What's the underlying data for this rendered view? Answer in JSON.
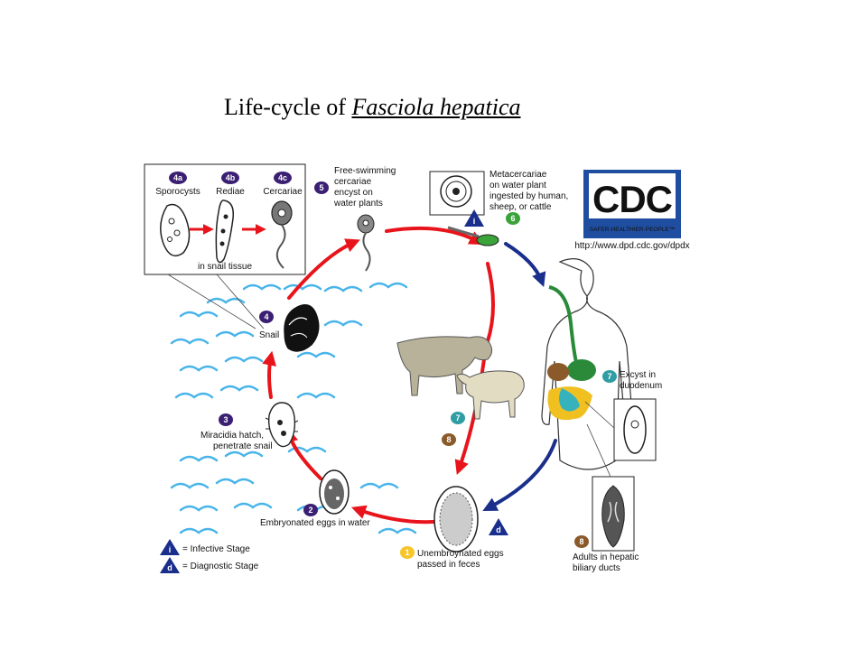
{
  "title": {
    "prefix": "Life-cycle of",
    "species": "Fasciola hepatica"
  },
  "cdc": {
    "logo_text": "CDC",
    "tagline": "SAFER·HEALTHIER·PEOPLE™",
    "url": "http://www.dpd.cdc.gov/dpdx"
  },
  "stages": {
    "s1": {
      "badge": "1",
      "line1": "Unembroynated eggs",
      "line2": "passed in feces"
    },
    "s2": {
      "badge": "2",
      "line1": "Embryonated eggs in water"
    },
    "s3": {
      "badge": "3",
      "line1": "Miracidia hatch,",
      "line2": "penetrate snail"
    },
    "s4": {
      "badge": "4",
      "line1": "Snail"
    },
    "s4a": {
      "badge": "4a",
      "label": "Sporocysts"
    },
    "s4b": {
      "badge": "4b",
      "label": "Rediae"
    },
    "s4c": {
      "badge": "4c",
      "label": "Cercariae"
    },
    "snail_tissue": "in snail tissue",
    "s5": {
      "badge": "5",
      "line1": "Free-swimming",
      "line2": "cercariae",
      "line3": "encyst on",
      "line4": "water plants"
    },
    "s6": {
      "badge": "6",
      "line1": "Metacercariae",
      "line2": "on water plant",
      "line3": "ingested by human,",
      "line4": "sheep, or cattle"
    },
    "s7": {
      "badge": "7",
      "line1": "Excyst in",
      "line2": "duodenum"
    },
    "s7b": {
      "badge": "7"
    },
    "s8": {
      "badge": "8",
      "line1": "Adults in hepatic",
      "line2": "biliary ducts"
    },
    "s8b": {
      "badge": "8"
    }
  },
  "legend": {
    "infective": {
      "symbol": "i",
      "label": "= Infective Stage"
    },
    "diagnostic": {
      "symbol": "d",
      "label": "= Diagnostic Stage"
    }
  },
  "colors": {
    "red_arrow": "#e8141b",
    "blue_arrow": "#1a2e8c",
    "water": "#48b4ea",
    "purple_badge": "#3b1f73",
    "teal_badge": "#2f9da3",
    "brown_badge": "#8a5a2b",
    "yellow_badge": "#f6c62a",
    "green_badge": "#3aa33a",
    "cdc_blue": "#1f4ea1"
  }
}
